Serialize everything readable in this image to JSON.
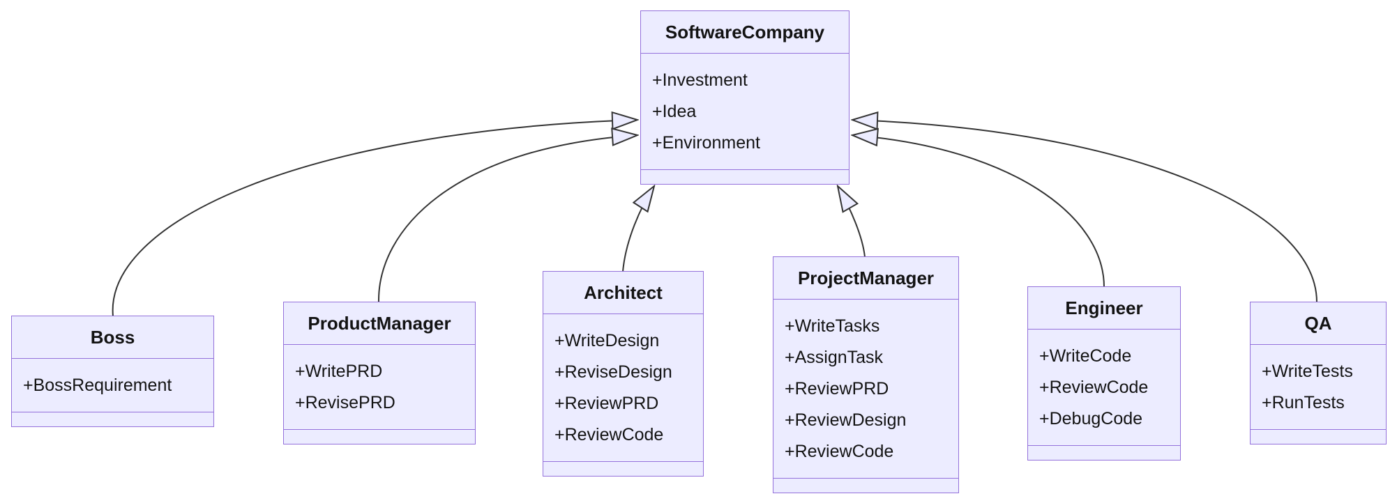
{
  "diagram_type": "uml-class-diagram",
  "colors": {
    "node_fill": "#ECECFF",
    "node_border": "#9370DB",
    "edge_line": "#333333",
    "text": "#131313",
    "background": "#ffffff"
  },
  "classes": [
    {
      "name": "SoftwareCompany",
      "attributes": [
        "+Investment",
        "+Idea",
        "+Environment"
      ],
      "methods": []
    },
    {
      "name": "Boss",
      "attributes": [
        "+BossRequirement"
      ],
      "methods": []
    },
    {
      "name": "ProductManager",
      "attributes": [
        "+WritePRD",
        "+RevisePRD"
      ],
      "methods": []
    },
    {
      "name": "Architect",
      "attributes": [
        "+WriteDesign",
        "+ReviseDesign",
        "+ReviewPRD",
        "+ReviewCode"
      ],
      "methods": []
    },
    {
      "name": "ProjectManager",
      "attributes": [
        "+WriteTasks",
        "+AssignTask",
        "+ReviewPRD",
        "+ReviewDesign",
        "+ReviewCode"
      ],
      "methods": []
    },
    {
      "name": "Engineer",
      "attributes": [
        "+WriteCode",
        "+ReviewCode",
        "+DebugCode"
      ],
      "methods": []
    },
    {
      "name": "QA",
      "attributes": [
        "+WriteTests",
        "+RunTests"
      ],
      "methods": []
    }
  ],
  "relations": [
    {
      "from": "Boss",
      "to": "SoftwareCompany",
      "type": "inheritance"
    },
    {
      "from": "ProductManager",
      "to": "SoftwareCompany",
      "type": "inheritance"
    },
    {
      "from": "Architect",
      "to": "SoftwareCompany",
      "type": "inheritance"
    },
    {
      "from": "ProjectManager",
      "to": "SoftwareCompany",
      "type": "inheritance"
    },
    {
      "from": "Engineer",
      "to": "SoftwareCompany",
      "type": "inheritance"
    },
    {
      "from": "QA",
      "to": "SoftwareCompany",
      "type": "inheritance"
    }
  ]
}
